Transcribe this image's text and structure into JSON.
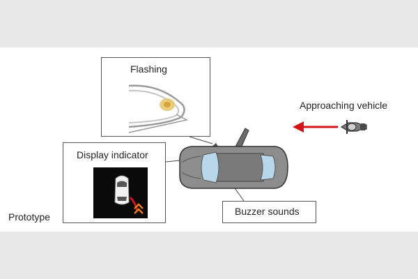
{
  "labels": {
    "flashing": "Flashing",
    "approaching_vehicle": "Approaching vehicle",
    "display_indicator": "Display indicator",
    "buzzer_sounds": "Buzzer sounds",
    "prototype": "Prototype"
  },
  "colors": {
    "background": "#e8e8e8",
    "panel": "#ffffff",
    "arrow_red": "#d4131b",
    "indicator_orange": "#f07a16",
    "flash_yellow": "#e8c46a",
    "screen_black": "#0a0a0a"
  },
  "icons": {
    "flashing_mirror": "side-mirror-icon",
    "motorcycle": "motorcycle-icon",
    "car": "car-top-view-icon",
    "display_car": "car-icon",
    "chevrons": "double-chevron-up-icon",
    "arrow": "arrow-left-icon"
  }
}
